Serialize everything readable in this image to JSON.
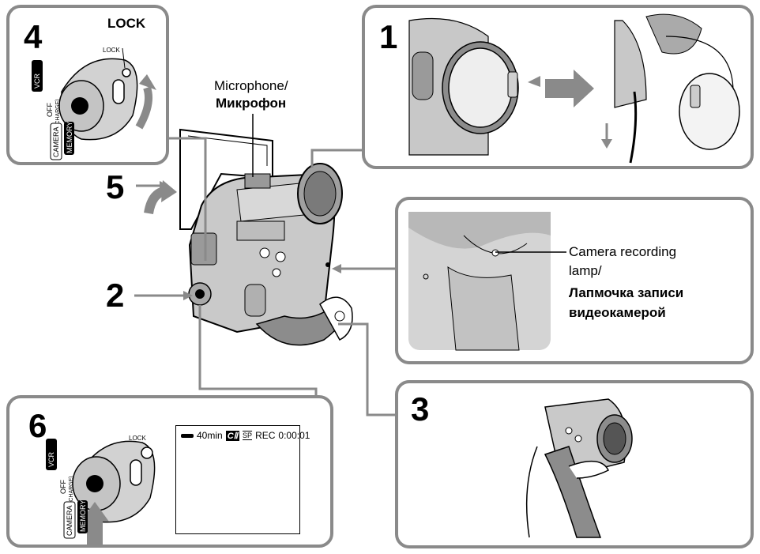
{
  "steps": {
    "s1": "1",
    "s2": "2",
    "s3": "3",
    "s4": "4",
    "s5": "5",
    "s6": "6"
  },
  "labels": {
    "lock_top": "LOCK",
    "lock_small": "LOCK",
    "microphone_en": "Microphone/",
    "microphone_ru": "Микрофон",
    "lamp_en_line1": "Camera recording",
    "lamp_en_line2": "lamp/",
    "lamp_ru_line1": "Лапмочка записи",
    "lamp_ru_line2": "видеокамерой"
  },
  "switch_labels": {
    "vcr": "VCR",
    "off": "OFF",
    "charge": "(CHARGE)",
    "camera": "CAMERA",
    "memory": "MEMORY"
  },
  "lcd": {
    "battery_time": "40min",
    "cassette": "CⅡ",
    "mode": "SP",
    "status": "REC",
    "timecode": "0:00:01"
  },
  "colors": {
    "frame": "#8a8a8a",
    "device": "#c9c9c9",
    "device_dark": "#8c8c8c",
    "arrow": "#8a8a8a"
  }
}
